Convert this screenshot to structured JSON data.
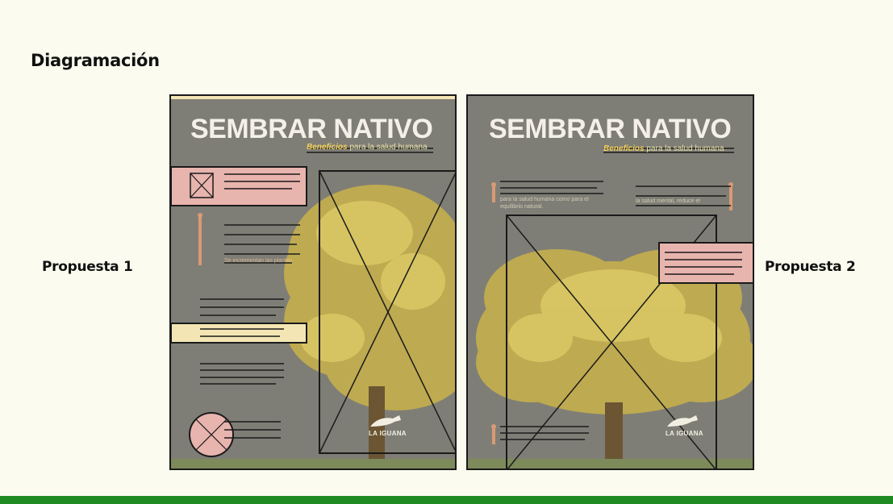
{
  "page": {
    "title": "Diagramación",
    "proposal_1_label": "Propuesta 1",
    "proposal_2_label": "Propuesta 2"
  },
  "poster": {
    "title": "SEMBRAR NATIVO",
    "subtitle_em": "Beneficios",
    "subtitle_rest": "para la salud humana",
    "body_1": "para la salud humana como para el equilibrio natural.",
    "body_2": "la salud mental, reduce el",
    "highlight": "Se incrementan las plantas",
    "logo_text": "LA IGUANA"
  },
  "colors": {
    "page_bg": "#fbfcef",
    "poster_bg": "#7f7e76",
    "tree_yellow": "#c9b24a",
    "pink_block": "#e8b4ae",
    "cream_block": "#f3e6b4",
    "footer_green": "#1f8a21"
  }
}
